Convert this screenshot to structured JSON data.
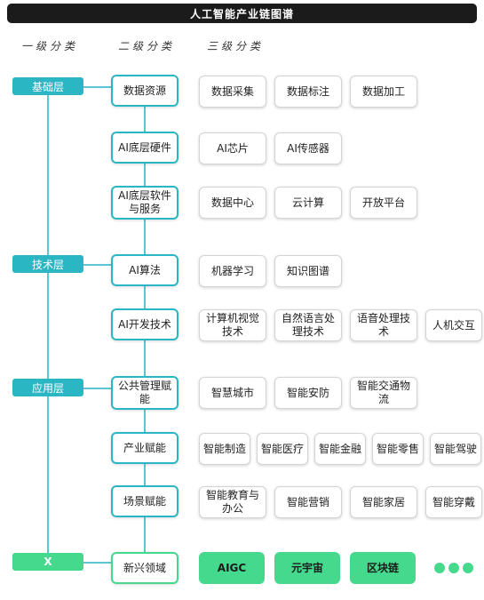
{
  "title": "人工智能产业链图谱",
  "headers": {
    "level1": "一级分类",
    "level2": "二级分类",
    "level3": "三级分类"
  },
  "level1": [
    "基础层",
    "技术层",
    "应用层",
    "X"
  ],
  "rows": [
    {
      "name": "数据资源",
      "items": [
        "数据采集",
        "数据标注",
        "数据加工"
      ]
    },
    {
      "name": "AI底层硬件",
      "items": [
        "AI芯片",
        "AI传感器"
      ]
    },
    {
      "name": "AI底层软件与服务",
      "items": [
        "数据中心",
        "云计算",
        "开放平台"
      ]
    },
    {
      "name": "AI算法",
      "items": [
        "机器学习",
        "知识图谱"
      ]
    },
    {
      "name": "AI开发技术",
      "items": [
        "计算机视觉技术",
        "自然语言处理技术",
        "语音处理技术",
        "人机交互"
      ]
    },
    {
      "name": "公共管理赋能",
      "items": [
        "智慧城市",
        "智能安防",
        "智能交通物流"
      ]
    },
    {
      "name": "产业赋能",
      "items": [
        "智能制造",
        "智能医疗",
        "智能金融",
        "智能零售",
        "智能驾驶"
      ]
    },
    {
      "name": "场景赋能",
      "items": [
        "智能教育与办公",
        "智能营销",
        "智能家居",
        "智能穿戴"
      ]
    },
    {
      "name": "新兴领域",
      "items": [
        "AIGC",
        "元宇宙",
        "区块链"
      ]
    }
  ],
  "colors": {
    "teal": "#2bb6c4",
    "green": "#44d98c",
    "line": "#5ec6d1"
  },
  "icons": {
    "more": "three-dots-icon"
  }
}
